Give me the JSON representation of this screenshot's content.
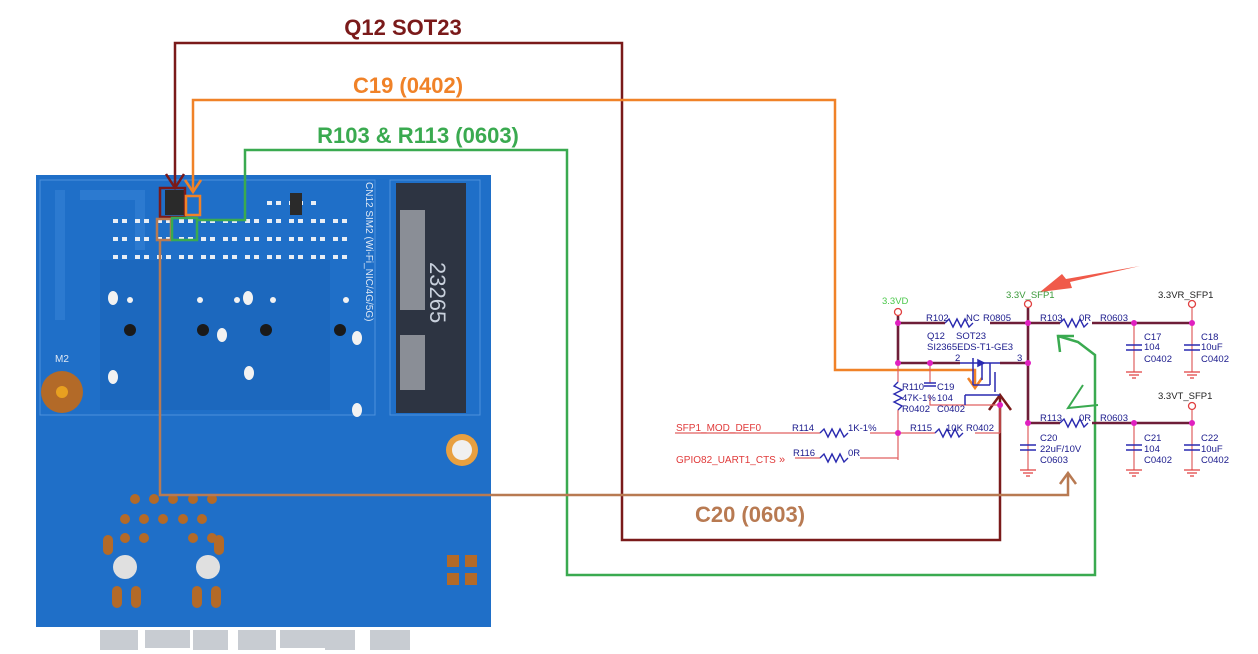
{
  "callouts": {
    "q12": "Q12 SOT23",
    "c19": "C19 (0402)",
    "r103_r113": "R103 & R113 (0603)",
    "c20": "C20 (0603)"
  },
  "colors": {
    "q12": "#7a1a1a",
    "c19": "#f08228",
    "r103_r113": "#3aaa50",
    "c20": "#b87a52",
    "pointer_arrow": "#f05a4a",
    "pcb": "#1f6fc8"
  },
  "pcb": {
    "mount_hole": "M2",
    "silkscreen": "CN12  SIM2 (Wi-Fi_NIC/4G/5G)",
    "connector_marking": "23265"
  },
  "schematic": {
    "nets": {
      "v33d": "3.3VD",
      "v33_sfp1": "3.3V_SFP1",
      "v33r_sfp1": "3.3VR_SFP1",
      "v33t_sfp1": "3.3VT_SFP1",
      "mod_def0": "SFP1_MOD_DEF0",
      "gpio82": "GPIO82_UART1_CTS"
    },
    "parts": {
      "r102": {
        "ref": "R102",
        "value": "NC",
        "pkg": "R0805"
      },
      "r103": {
        "ref": "R103",
        "value": "0R",
        "pkg": "R0603"
      },
      "r113": {
        "ref": "R113",
        "value": "0R",
        "pkg": "R0603"
      },
      "q12": {
        "ref": "Q12",
        "pkg": "SOT23",
        "part": "SI2365EDS-T1-GE3",
        "pin2": "2",
        "pin3": "3"
      },
      "r110": {
        "ref": "R110",
        "value": "47K-1%",
        "pkg": "R0402"
      },
      "c19": {
        "ref": "C19",
        "value": "104",
        "pkg": "C0402"
      },
      "r114": {
        "ref": "R114",
        "value": "1K-1%"
      },
      "r115": {
        "ref": "R115",
        "value": "10K",
        "pkg": "R0402"
      },
      "r116": {
        "ref": "R116",
        "value": "0R"
      },
      "c17": {
        "ref": "C17",
        "value": "104",
        "pkg": "C0402"
      },
      "c18": {
        "ref": "C18",
        "value": "10uF",
        "pkg": "C0402"
      },
      "c20": {
        "ref": "C20",
        "value": "22uF/10V",
        "pkg": "C0603"
      },
      "c21": {
        "ref": "C21",
        "value": "104",
        "pkg": "C0402"
      },
      "c22": {
        "ref": "C22",
        "value": "10uF",
        "pkg": "C0402"
      }
    }
  }
}
